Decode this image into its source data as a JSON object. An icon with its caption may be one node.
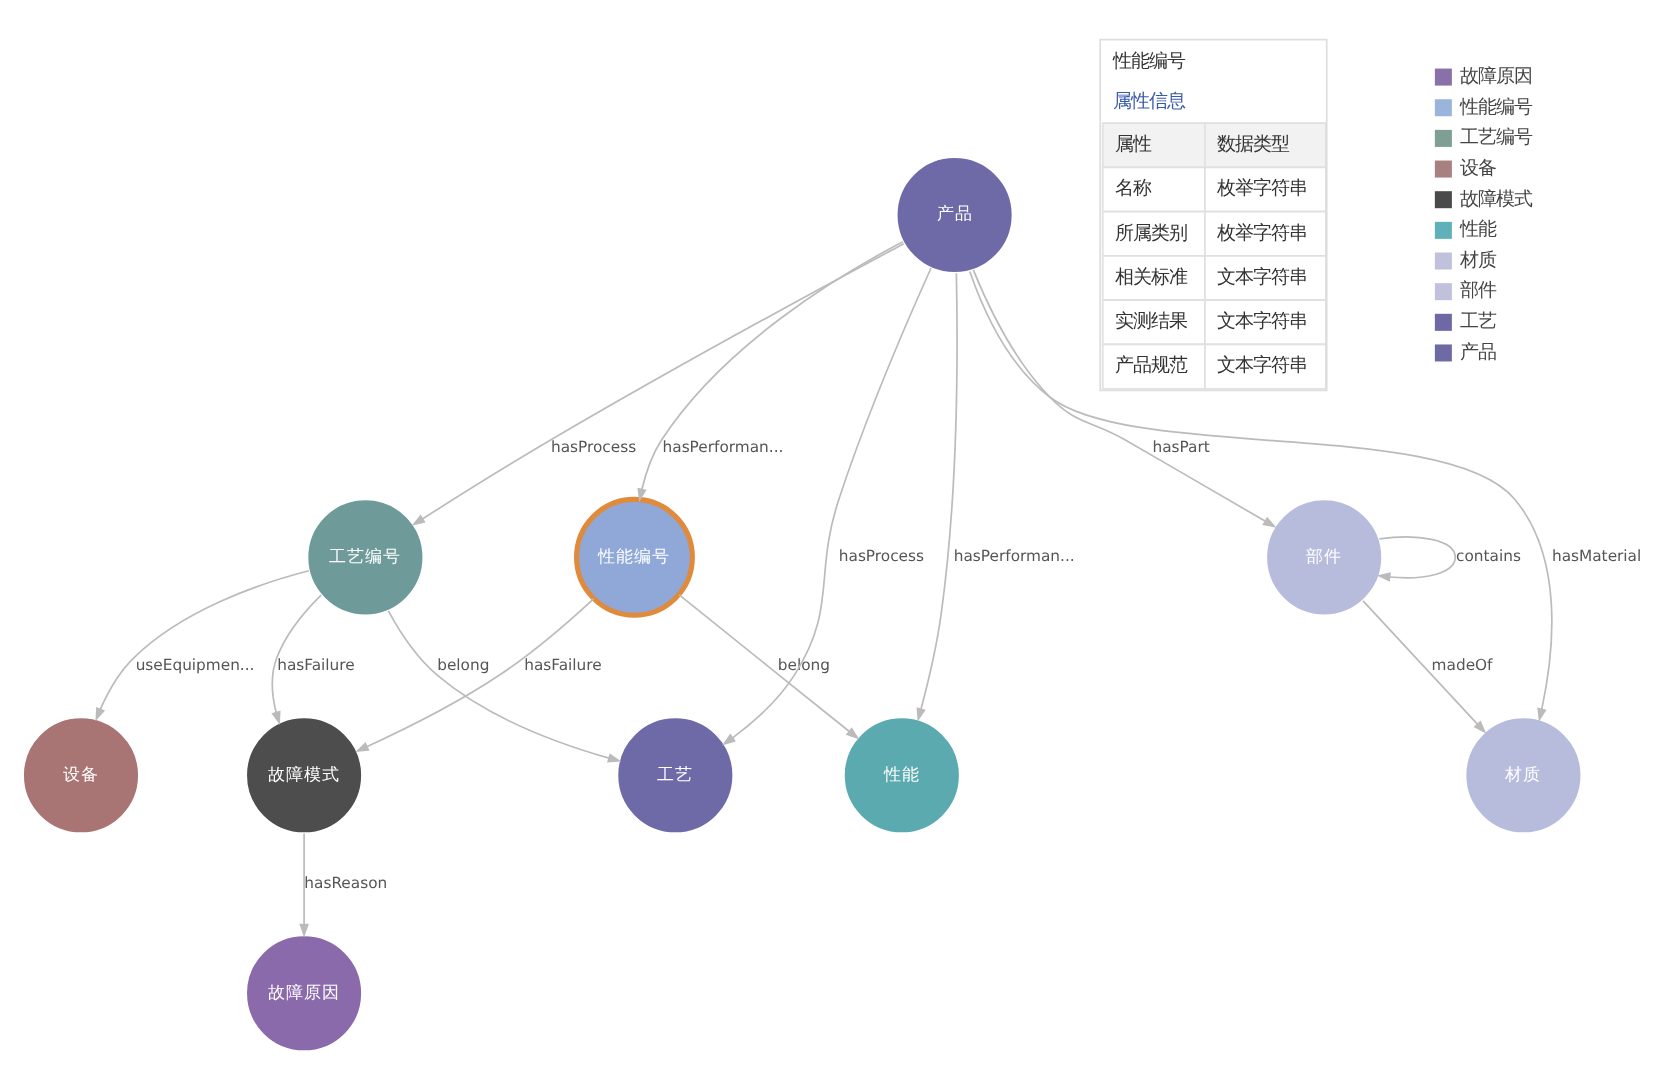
{
  "diagram": {
    "nodes": [
      {
        "text": [
          "设备"
        ]
      },
      {
        "text": [
          "故障模式"
        ]
      },
      {
        "text": [
          "工艺编号"
        ]
      },
      {
        "text": [
          "故障原因"
        ]
      },
      {
        "text": [
          "性能编号"
        ]
      },
      {
        "text": [
          "工艺"
        ]
      },
      {
        "text": [
          "产品"
        ]
      },
      {
        "text": [
          "部件"
        ]
      },
      {
        "text": [
          "材质"
        ]
      },
      {
        "text": [
          "性能"
        ]
      }
    ],
    "edges": [
      {
        "from": 2,
        "to": 0,
        "arrow": "to",
        "label": "useEquipmen..."
      },
      {
        "from": 2,
        "to": 1,
        "arrow": "to",
        "label": "hasFailure"
      },
      {
        "from": 1,
        "to": 3,
        "arrow": "to",
        "label": "hasReason"
      },
      {
        "from": 4,
        "to": 1,
        "arrow": "to",
        "label": "hasFailure"
      },
      {
        "from": 2,
        "to": 5,
        "arrow": "to",
        "label": "belong"
      },
      {
        "from": 6,
        "to": 2,
        "arrow": "to",
        "label": "hasProcess"
      },
      {
        "from": 6,
        "to": 5,
        "arrow": "to",
        "label": "hasProcess"
      },
      {
        "from": 6,
        "to": 4,
        "arrow": "to",
        "label": "hasPerforman..."
      },
      {
        "from": 6,
        "to": 7,
        "arrow": "to",
        "label": "hasPart"
      },
      {
        "from": 6,
        "to": 8,
        "arrow": "to",
        "label": "hasMaterial"
      },
      {
        "from": 6,
        "to": 9,
        "arrow": "to",
        "label": "hasPerforman..."
      },
      {
        "from": 4,
        "to": 9,
        "arrow": "to",
        "label": "belong"
      },
      {
        "from": 7,
        "to": 7,
        "arrow": "to",
        "label": "contains"
      },
      {
        "from": 7,
        "to": 8,
        "arrow": "to",
        "label": "madeOf"
      }
    ],
    "labels": [
      "性能编号",
      "属性信息",
      "属性",
      "数据类型",
      "名称",
      "枚举字符串",
      "所属类别",
      "枚举字符串",
      "相关标准",
      "文本字符串",
      "实测结果",
      "文本字符串",
      "产品规范",
      "文本字符串"
    ],
    "legend": [
      {
        "text": "故障原因",
        "color": "#8a70a8"
      },
      {
        "text": "性能编号",
        "color": "#9ab4dc"
      },
      {
        "text": "工艺编号",
        "color": "#7f9e94"
      },
      {
        "text": "设备",
        "color": "#a88080"
      },
      {
        "text": "故障模式",
        "color": "#4a4a4a"
      },
      {
        "text": "性能",
        "color": "#5fb0b8"
      },
      {
        "text": "材质",
        "color": "#c0c2dc"
      },
      {
        "text": "部件",
        "color": "#c0c2dc"
      },
      {
        "text": "工艺",
        "color": "#6e68a4"
      },
      {
        "text": "产品",
        "color": "#6e6aa4"
      }
    ]
  }
}
